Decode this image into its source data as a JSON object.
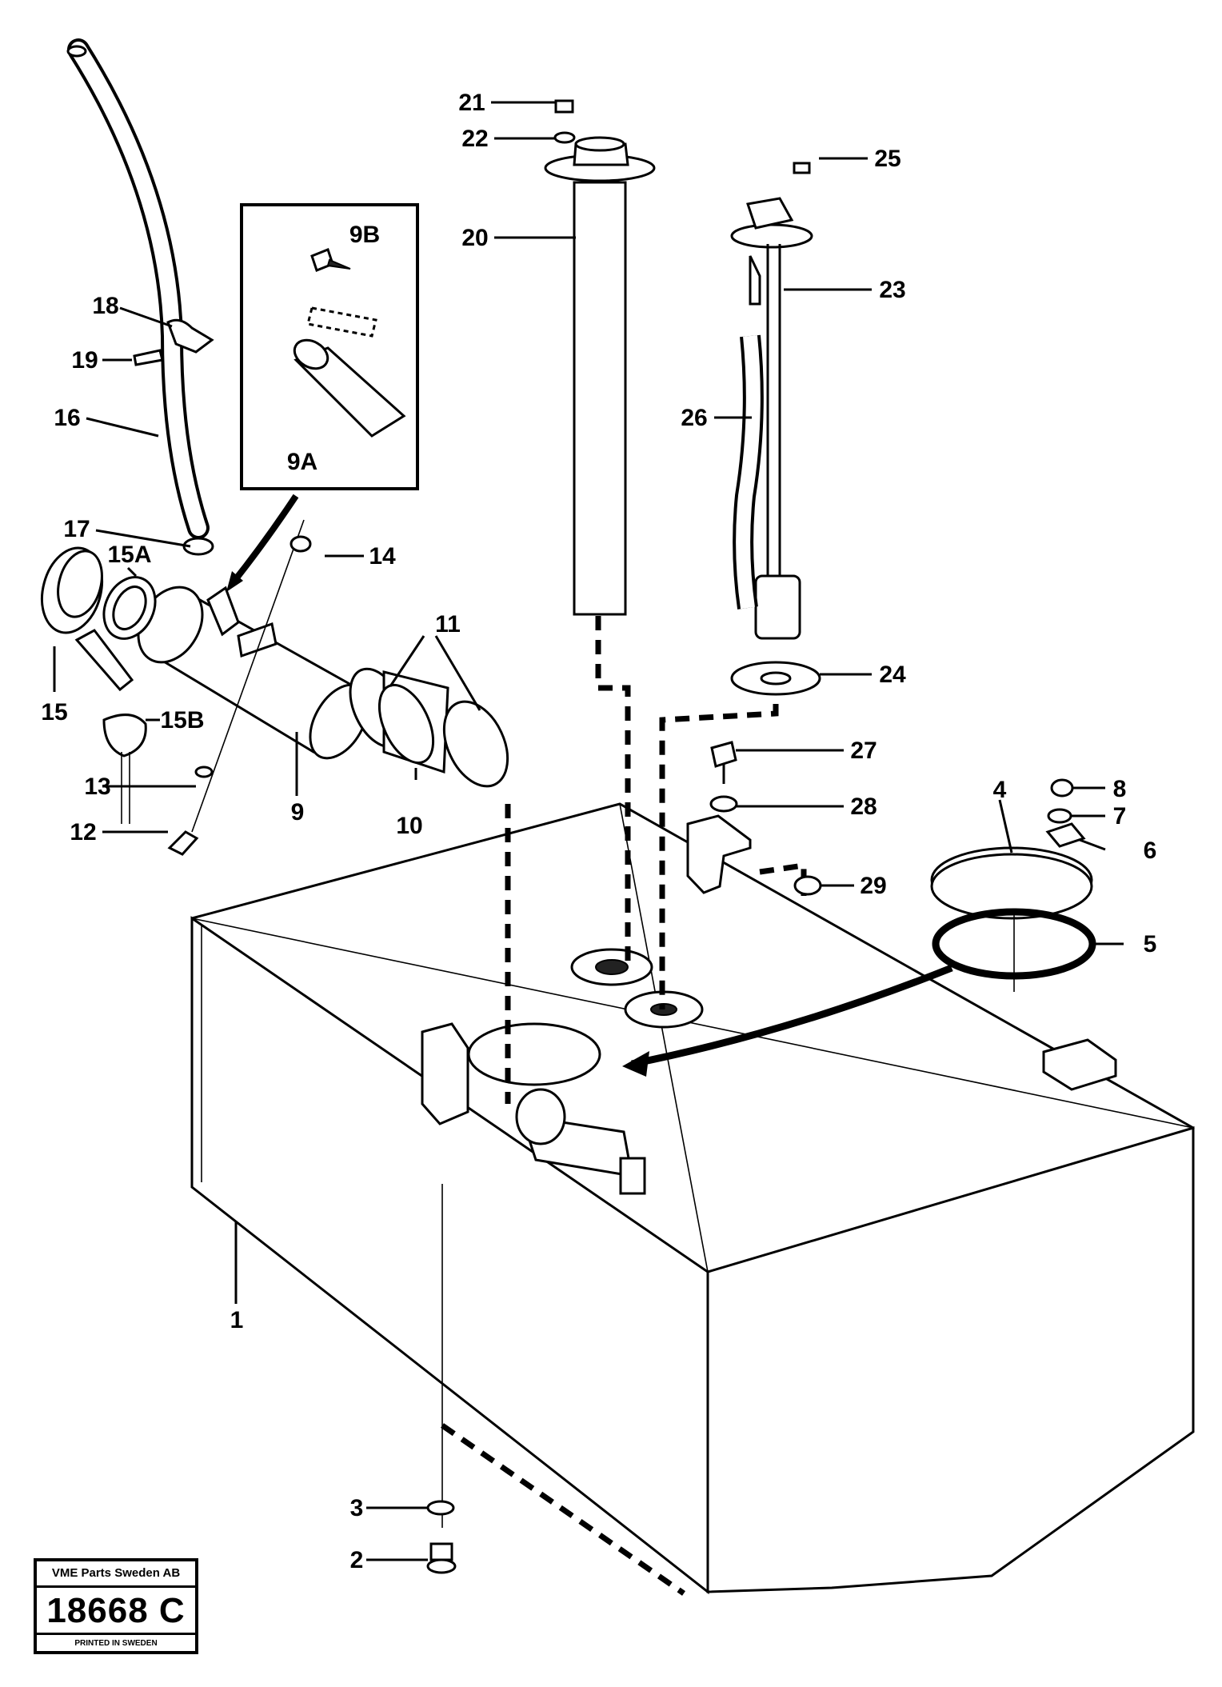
{
  "callouts": {
    "c1": "1",
    "c2": "2",
    "c3": "3",
    "c4": "4",
    "c5": "5",
    "c6": "6",
    "c7": "7",
    "c8": "8",
    "c9": "9",
    "c9a": "9A",
    "c9b": "9B",
    "c10": "10",
    "c11": "11",
    "c12": "12",
    "c13": "13",
    "c14": "14",
    "c15": "15",
    "c15a": "15A",
    "c15b": "15B",
    "c16": "16",
    "c17": "17",
    "c18": "18",
    "c19": "19",
    "c20": "20",
    "c21": "21",
    "c22": "22",
    "c23": "23",
    "c24": "24",
    "c25": "25",
    "c26": "26",
    "c27": "27",
    "c28": "28",
    "c29": "29"
  },
  "stamp": {
    "company": "VME Parts Sweden AB",
    "drawing_number": "18668 C",
    "printed": "PRINTED IN SWEDEN"
  }
}
